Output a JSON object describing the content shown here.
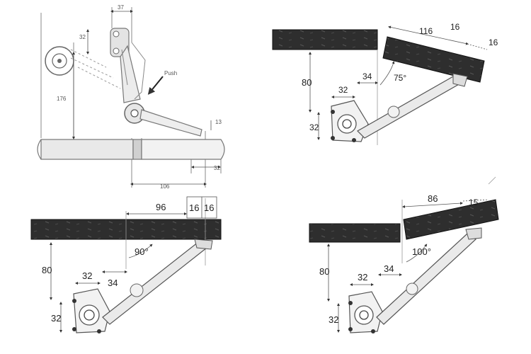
{
  "panels": {
    "top_left": {
      "dim_top": "37",
      "dim_upper": "32",
      "dim_height": "176",
      "dim_right": "13",
      "dim_bottom_small": "32",
      "dim_bottom": "106",
      "push_label": "Push"
    },
    "top_right": {
      "dim_length": "116",
      "dim_a": "16",
      "dim_b": "16",
      "dim_vertical": "80",
      "dim_horizontal": "32",
      "dim_offset": "34",
      "dim_base": "32",
      "angle": "75°"
    },
    "bottom_left": {
      "dim_length": "96",
      "dim_a": "16",
      "dim_b": "16",
      "dim_vertical": "80",
      "dim_horizontal": "32",
      "dim_offset": "34",
      "dim_base": "32",
      "angle": "90°"
    },
    "bottom_right": {
      "dim_length": "86",
      "dim_a": "15",
      "dim_vertical": "80",
      "dim_horizontal": "32",
      "dim_offset": "34",
      "dim_base": "32",
      "angle": "100°"
    }
  }
}
